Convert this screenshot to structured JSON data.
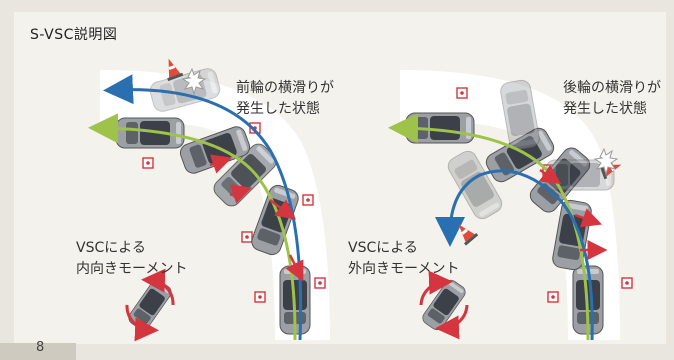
{
  "title": "S-VSC説明図",
  "left_diagram": {
    "state_caption": "前輪の横滑りが\n発生した状態",
    "moment_caption": "VSCによる\n内向きモーメント"
  },
  "right_diagram": {
    "state_caption": "後輪の横滑りが\n発生した状態",
    "moment_caption": "VSCによる\n外向きモーメント"
  },
  "page_number": "8",
  "colors": {
    "road": "#ffffff",
    "car_body": "#9ca0a5",
    "car_dark": "#3c4048",
    "vsc_arrow": "#2a6fb0",
    "path_line": "#9ec24a",
    "wheel_arrow": "#d4353f",
    "cone": "#e04a3a"
  }
}
